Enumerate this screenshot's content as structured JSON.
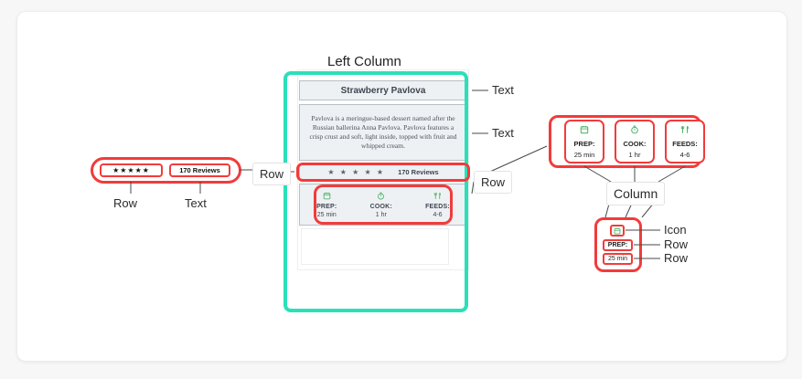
{
  "diagram": {
    "title_label": "Left Column",
    "labels": {
      "text": "Text",
      "row": "Row",
      "column": "Column",
      "icon": "Icon"
    },
    "colors": {
      "highlight_red": "#f23b3b",
      "container_cyan": "#2ae0b9",
      "icon_green": "#3fae5a",
      "panel_bg": "#eef1f4",
      "page_bg": "#f7f7f8"
    }
  },
  "recipe_card": {
    "title": "Strawberry Pavlova",
    "description": "Pavlova is a meringue-based dessert named after the Russian ballerina Anna Pavlova. Pavlova features a crisp crust and soft, light inside, topped with fruit and whipped cream.",
    "rating": {
      "stars": "★ ★ ★ ★ ★",
      "star_count": 5,
      "reviews": "170 Reviews"
    },
    "meta": [
      {
        "icon": "calendar-icon",
        "glyph": "Ὄ5",
        "label": "PREP:",
        "value": "25 min"
      },
      {
        "icon": "timer-icon",
        "glyph": "⏱",
        "label": "COOK:",
        "value": "1 hr"
      },
      {
        "icon": "fork-knife-icon",
        "glyph": "🍴",
        "label": "FEEDS:",
        "value": "4-6"
      }
    ]
  },
  "left_detail": {
    "stars": "★★★★★",
    "reviews": "170 Reviews",
    "caption_left": "Row",
    "caption_right": "Text",
    "row_callout": "Row"
  },
  "right_detail": {
    "columns": [
      {
        "icon": "calendar-icon",
        "label": "PREP:",
        "value": "25 min"
      },
      {
        "icon": "timer-icon",
        "label": "COOK:",
        "value": "1 hr"
      },
      {
        "icon": "fork-knife-icon",
        "label": "FEEDS:",
        "value": "4-6"
      }
    ],
    "group_label": "Column"
  },
  "bottom_detail": {
    "icon_label": "Icon",
    "row_label_1": "Row",
    "row_label_2": "Row",
    "prep_label": "PREP:",
    "prep_value": "25 min"
  },
  "card_callouts": {
    "title_callout": "Text",
    "desc_callout": "Text",
    "rating_callout": "Row",
    "meta_callout": "Row"
  }
}
